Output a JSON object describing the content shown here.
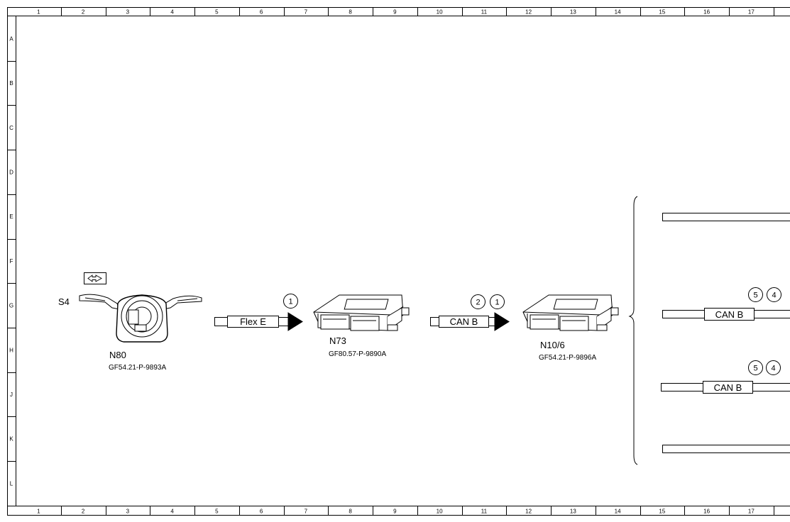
{
  "frame": {
    "columns": [
      "1",
      "2",
      "3",
      "4",
      "5",
      "6",
      "7",
      "8",
      "9",
      "10",
      "11",
      "12",
      "13",
      "14",
      "15",
      "16",
      "17"
    ],
    "rows": [
      "A",
      "B",
      "C",
      "D",
      "E",
      "F",
      "G",
      "H",
      "J",
      "K",
      "L"
    ]
  },
  "components": {
    "s4": {
      "label": "S4"
    },
    "n80": {
      "id": "N80",
      "doc": "GF54.21-P-9893A"
    },
    "n73": {
      "id": "N73",
      "doc": "GF80.57-P-9890A"
    },
    "n10_6": {
      "id": "N10/6",
      "doc": "GF54.21-P-9896A"
    }
  },
  "buses": {
    "flex_e": {
      "label": "Flex E",
      "markers": [
        "1"
      ]
    },
    "can_b_1": {
      "label": "CAN B",
      "markers": [
        "2",
        "1"
      ]
    },
    "can_b_2": {
      "label": "CAN B",
      "markers": [
        "5",
        "4"
      ]
    },
    "can_b_3": {
      "label": "CAN B",
      "markers": [
        "5",
        "4"
      ]
    }
  },
  "icons": {
    "direction": "double-arrow-icon",
    "bus_arrow": "arrow-right-icon",
    "brace": "curly-brace-icon"
  },
  "colors": {
    "line": "#000000",
    "background": "#ffffff"
  }
}
